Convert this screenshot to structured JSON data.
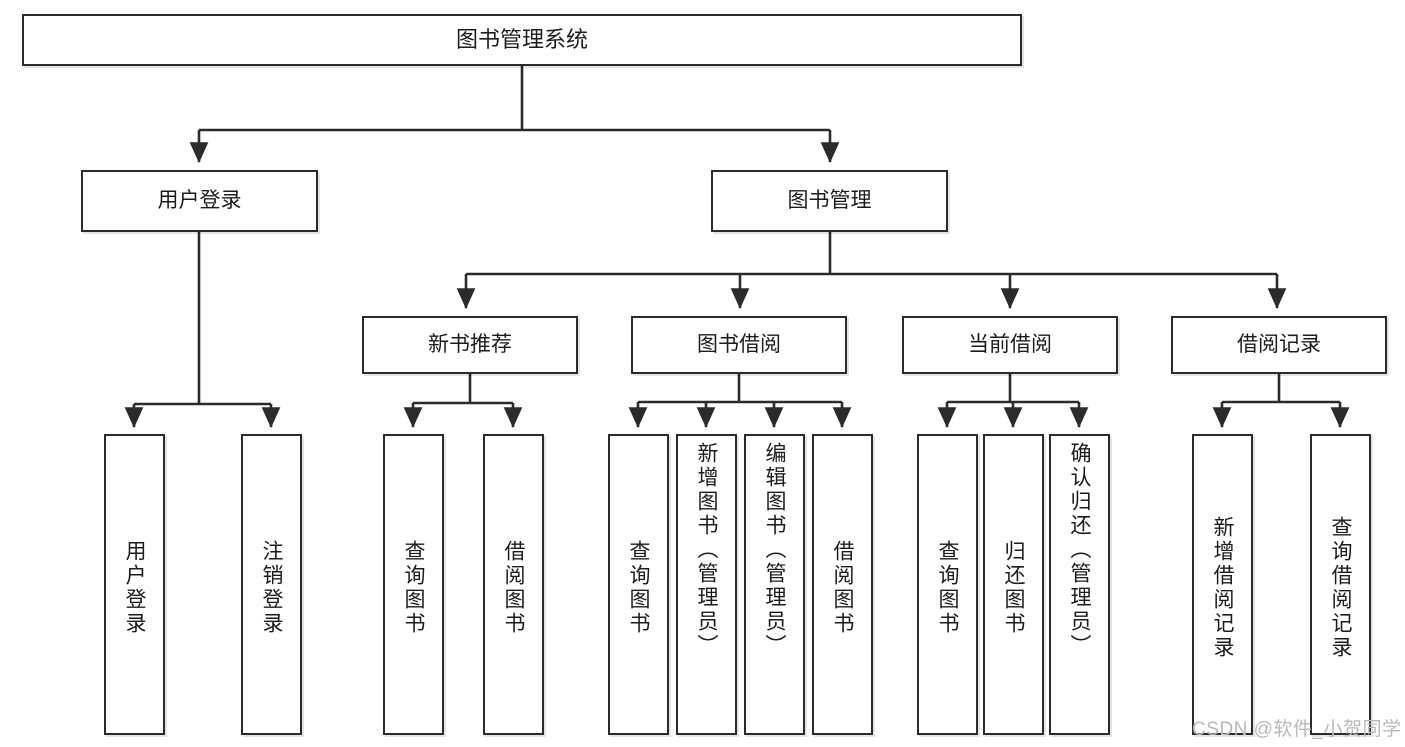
{
  "diagram": {
    "title": "图书管理系统",
    "watermark": "CSDN @软件_小贺同学",
    "colors": {
      "border": "#2b2b2b",
      "background": "#ffffff",
      "text": "#1c1c1c",
      "watermark": "#b9b9b9"
    },
    "root": {
      "label": "图书管理系统"
    },
    "level2": [
      {
        "label": "用户登录"
      },
      {
        "label": "图书管理"
      }
    ],
    "level3": [
      {
        "label": "新书推荐"
      },
      {
        "label": "图书借阅"
      },
      {
        "label": "当前借阅"
      },
      {
        "label": "借阅记录"
      }
    ],
    "leaves": {
      "user_login": [
        {
          "label": "用户登录"
        },
        {
          "label": "注销登录"
        }
      ],
      "new_book": [
        {
          "label": "查询图书"
        },
        {
          "label": "借阅图书"
        }
      ],
      "book_borrow": [
        {
          "label": "查询图书"
        },
        {
          "label": "新增图书（管理员）"
        },
        {
          "label": "编辑图书（管理员）"
        },
        {
          "label": "借阅图书"
        }
      ],
      "current_borrow": [
        {
          "label": "查询图书"
        },
        {
          "label": "归还图书"
        },
        {
          "label": "确认归还（管理员）"
        }
      ],
      "borrow_record": [
        {
          "label": "新增借阅记录"
        },
        {
          "label": "查询借阅记录"
        }
      ]
    }
  }
}
